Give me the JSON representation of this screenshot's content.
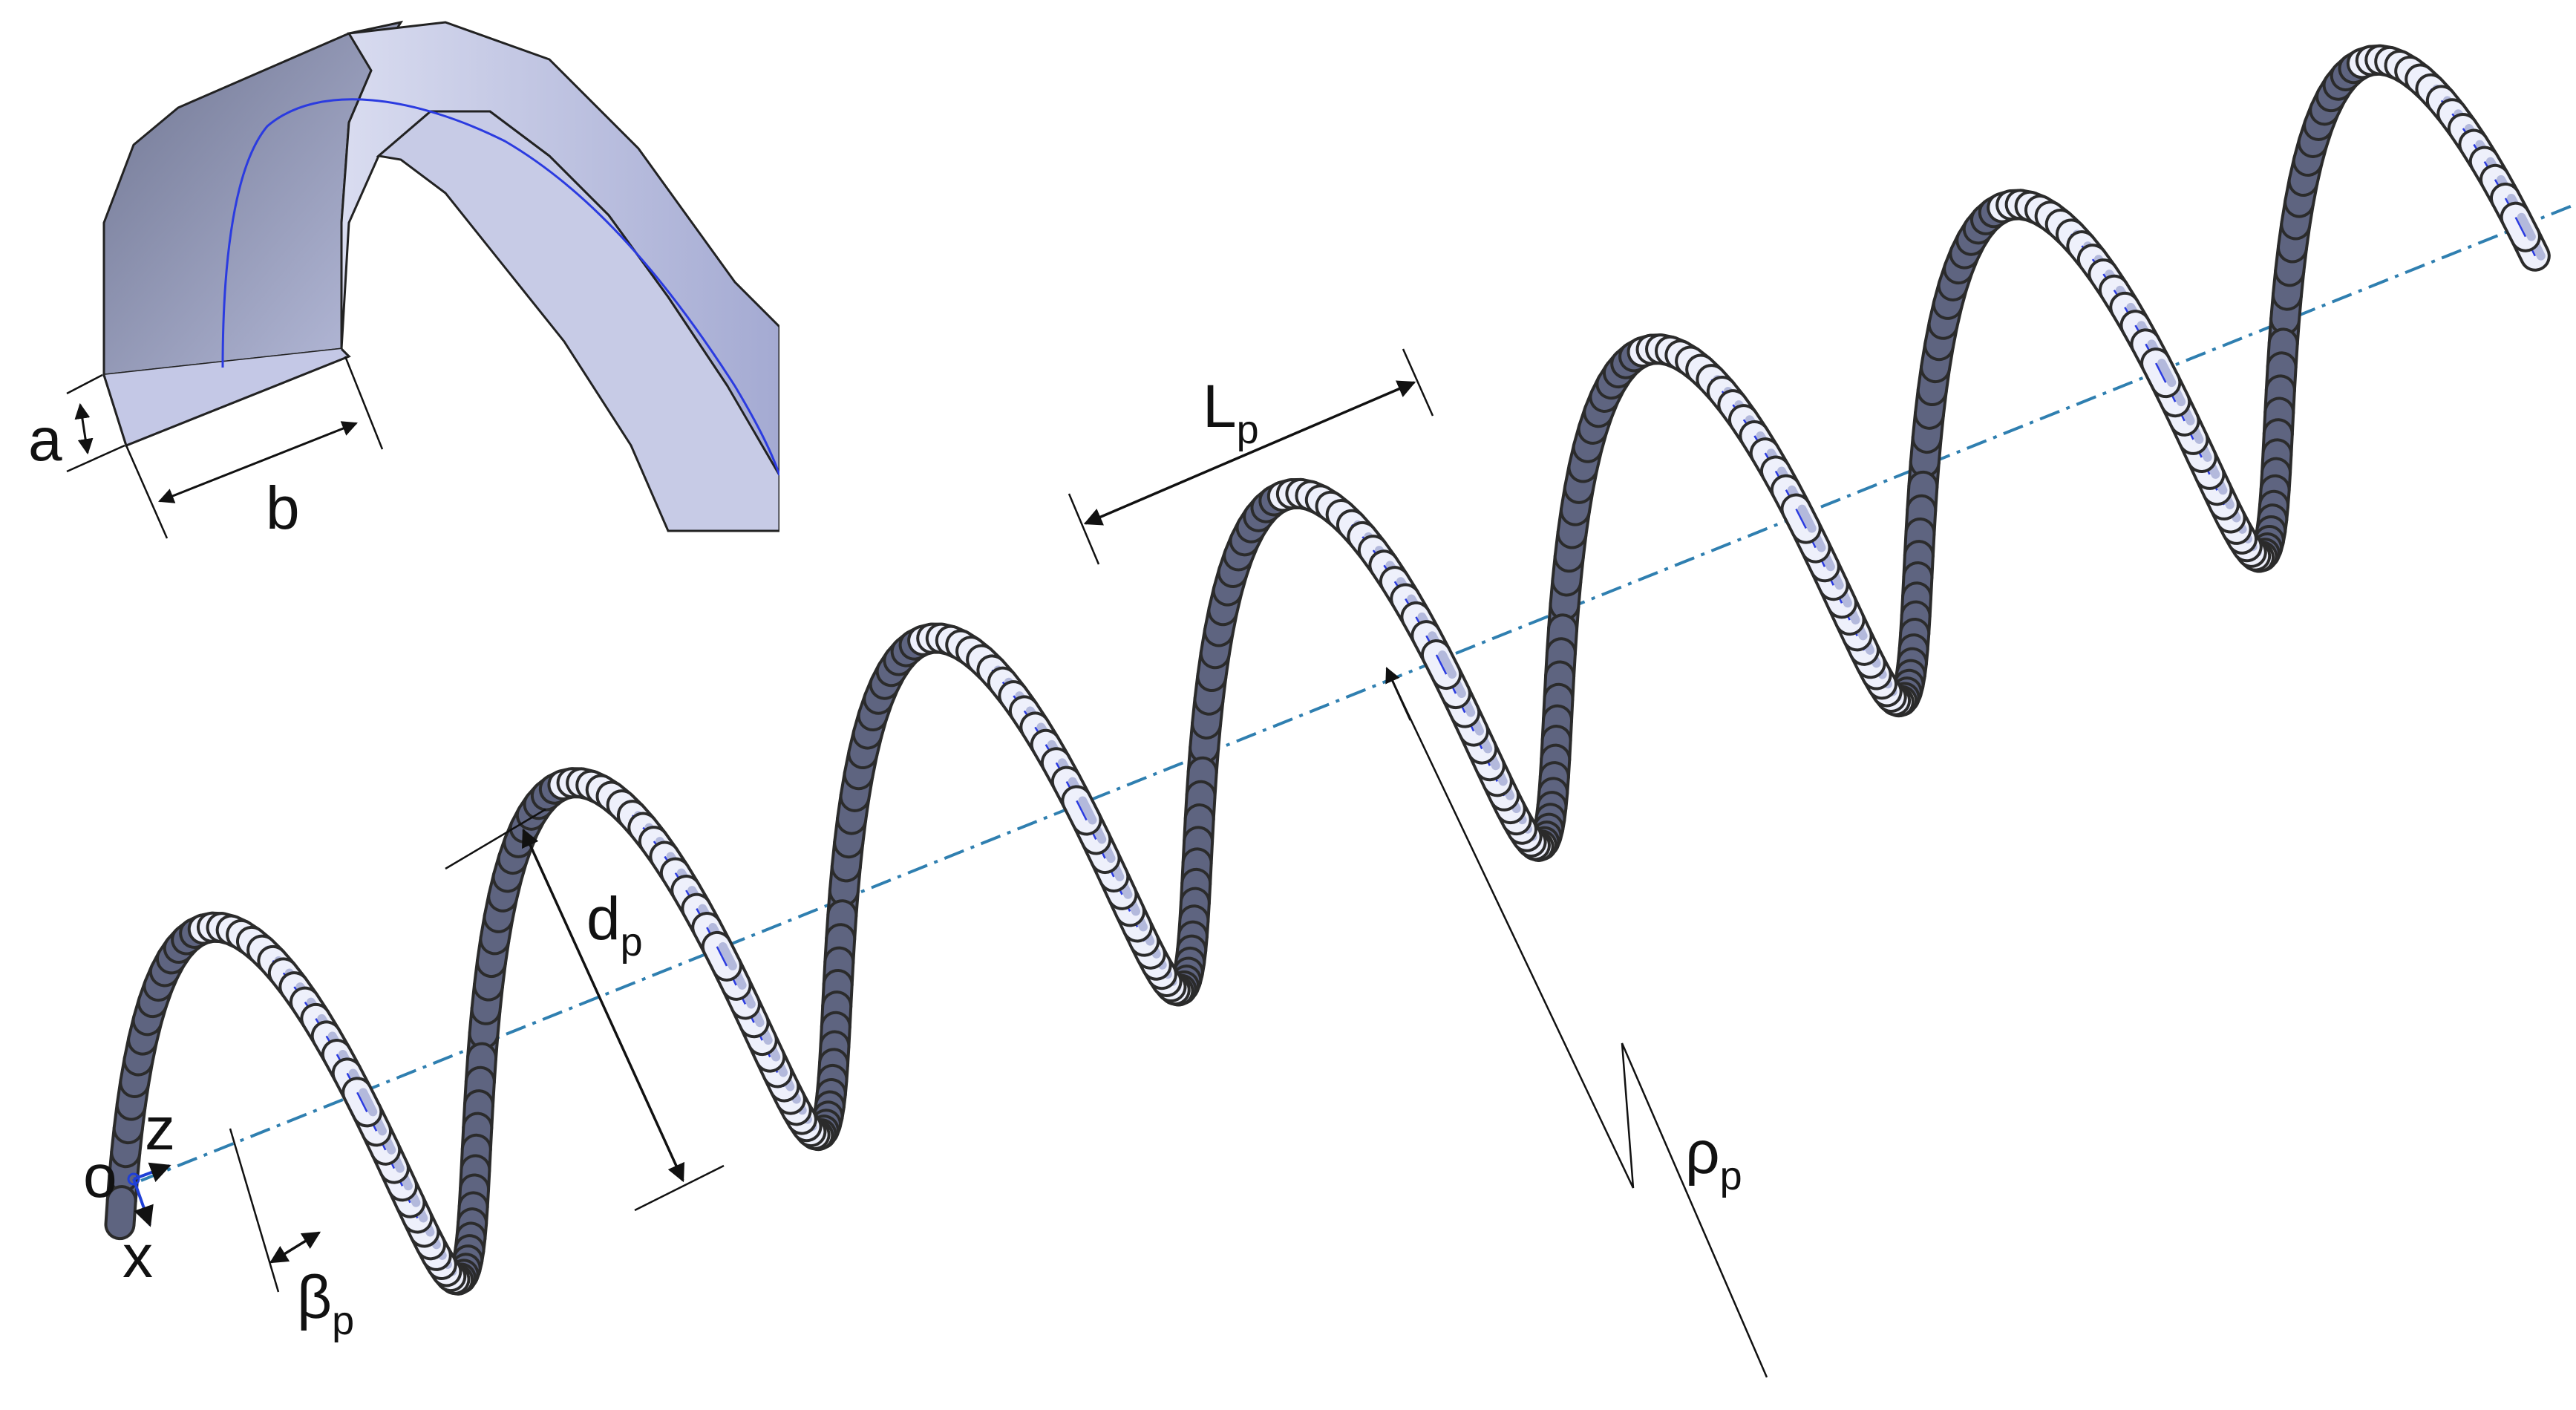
{
  "labels": {
    "a": "a",
    "b": "b",
    "Lp_main": "L",
    "Lp_sub": "p",
    "dp_main": "d",
    "dp_sub": "p",
    "rho_main": "ρ",
    "rho_sub": "p",
    "beta_main": "β",
    "beta_sub": "p",
    "origin": "o",
    "z_axis": "z",
    "x_axis": "x"
  },
  "colors": {
    "ribbon_light": "#eef0fb",
    "ribbon_mid": "#b3b9dc",
    "ribbon_dark": "#5e6480",
    "outline": "#2b2b2b",
    "centerline": "#2b3be0",
    "axis": "#2f7fb0",
    "triad": "#1f3fd6"
  }
}
